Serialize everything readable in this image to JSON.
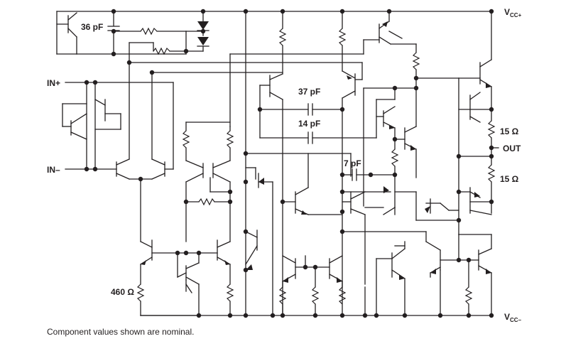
{
  "labels": {
    "vcc_plus": "V",
    "vcc_plus_sub": "CC+",
    "vcc_minus": "V",
    "vcc_minus_sub": "CC–",
    "in_plus": "IN+",
    "in_minus": "IN–",
    "out": "OUT",
    "c36": "36 pF",
    "c37": "37 pF",
    "c14": "14 pF",
    "c7": "7 pF",
    "r15a": "15 Ω",
    "r15b": "15 Ω",
    "r460": "460 Ω"
  },
  "footnote": "Component values shown are nominal."
}
